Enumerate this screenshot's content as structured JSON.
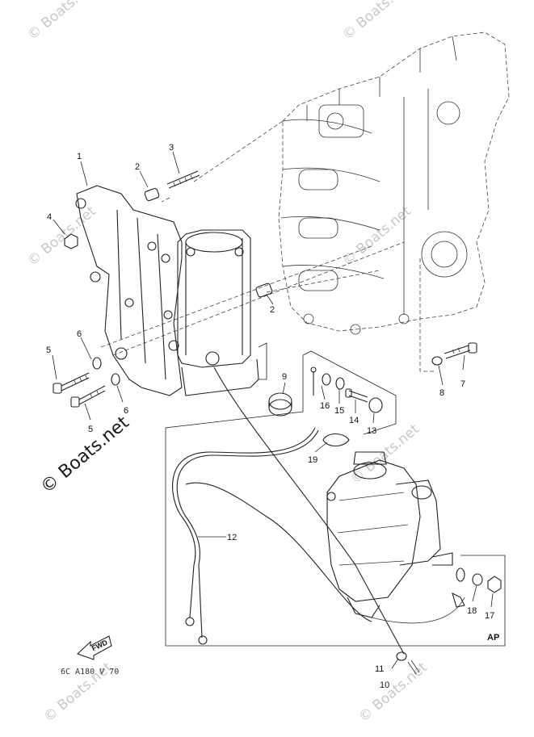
{
  "diagram": {
    "callouts": [
      "1",
      "2",
      "3",
      "4",
      "5",
      "6",
      "6",
      "5",
      "2",
      "7",
      "8",
      "9",
      "16",
      "15",
      "14",
      "13",
      "19",
      "12",
      "18",
      "17",
      "11",
      "10"
    ],
    "box_label": "AP",
    "fwd_label": "FWD",
    "drawing_code": "6C A180 V 70"
  },
  "watermarks": {
    "text": "© Boats.net",
    "large_text": "© Boats.net"
  }
}
